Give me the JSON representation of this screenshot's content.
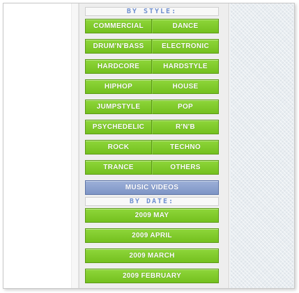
{
  "style_section": {
    "header": "BY STYLE:",
    "rows": [
      [
        "COMMERCIAL",
        "DANCE"
      ],
      [
        "DRUM'N'BASS",
        "ELECTRONIC"
      ],
      [
        "HARDCORE",
        "HARDSTYLE"
      ],
      [
        "HIPHOP",
        "HOUSE"
      ],
      [
        "JUMPSTYLE",
        "POP"
      ],
      [
        "PSYCHEDELIC",
        "R'N'B"
      ],
      [
        "ROCK",
        "TECHNO"
      ],
      [
        "TRANCE",
        "OTHERS"
      ]
    ]
  },
  "music_videos_label": "MUSIC VIDEOS",
  "date_section": {
    "header": "BY DATE:",
    "items": [
      "2009 MAY",
      "2009 APRIL",
      "2009 MARCH",
      "2009 FEBRUARY"
    ]
  },
  "colors": {
    "green_button": "#80cc2a",
    "blue_button": "#8ea3cf",
    "header_text": "#6f8fd0"
  }
}
